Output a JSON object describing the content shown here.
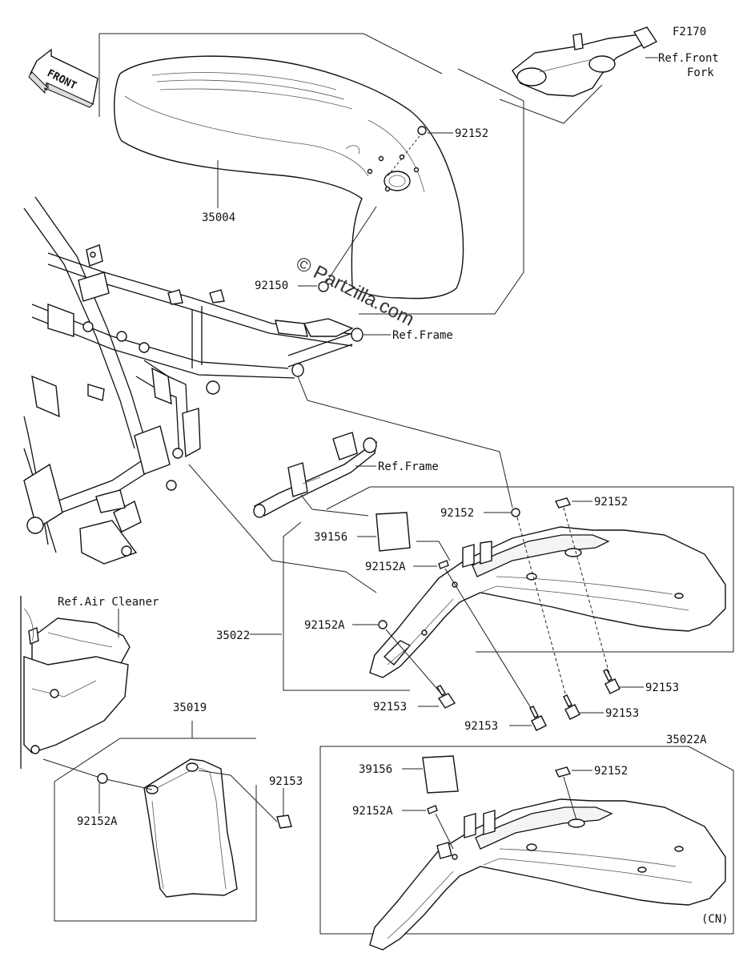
{
  "diagram": {
    "code": "F2170",
    "front_arrow": "FRONT",
    "watermark": "© Partzilla.com",
    "variant_mark": "(CN)",
    "labels": {
      "ref_front_fork_l1": "Ref.Front",
      "ref_front_fork_l2": "Fork",
      "p92152_top": "92152",
      "p35004": "35004",
      "p92150": "92150",
      "ref_frame_1": "Ref.Frame",
      "ref_frame_2": "Ref.Frame",
      "p92152_a": "92152",
      "p92152_b": "92152",
      "p39156_a": "39156",
      "p92152A_a": "92152A",
      "ref_air_cleaner": "Ref.Air Cleaner",
      "p35022": "35022",
      "p92152A_b": "92152A",
      "p92153_a": "92153",
      "p92153_b": "92153",
      "p92153_c": "92153",
      "p92153_d": "92153",
      "p35019": "35019",
      "p35022A": "35022A",
      "p92153_e": "92153",
      "p39156_b": "39156",
      "p92152_c": "92152",
      "p92152A_c": "92152A",
      "p92152A_d": "92152A"
    }
  }
}
